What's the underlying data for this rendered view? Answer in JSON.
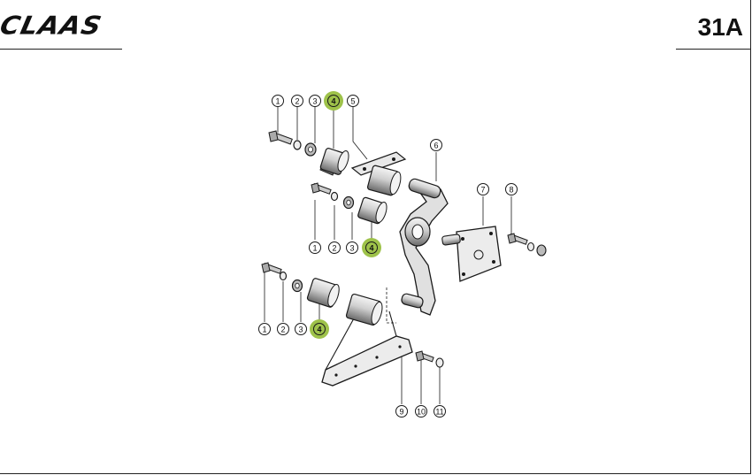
{
  "header": {
    "brand": "CLAAS",
    "page_number": "31A"
  },
  "callouts": [
    {
      "label": "1",
      "highlight": false
    },
    {
      "label": "2",
      "highlight": false
    },
    {
      "label": "3",
      "highlight": false
    },
    {
      "label": "4",
      "highlight": true
    },
    {
      "label": "5",
      "highlight": false
    },
    {
      "label": "6",
      "highlight": false
    },
    {
      "label": "7",
      "highlight": false
    },
    {
      "label": "8",
      "highlight": false
    },
    {
      "label": "1",
      "highlight": false
    },
    {
      "label": "2",
      "highlight": false
    },
    {
      "label": "3",
      "highlight": false
    },
    {
      "label": "4",
      "highlight": true
    },
    {
      "label": "1",
      "highlight": false
    },
    {
      "label": "2",
      "highlight": false
    },
    {
      "label": "3",
      "highlight": false
    },
    {
      "label": "4",
      "highlight": true
    },
    {
      "label": "9",
      "highlight": false
    },
    {
      "label": "10",
      "highlight": false
    },
    {
      "label": "11",
      "highlight": false
    }
  ],
  "colors": {
    "highlight": "#9ec24a",
    "line": "#1a1a1a"
  }
}
